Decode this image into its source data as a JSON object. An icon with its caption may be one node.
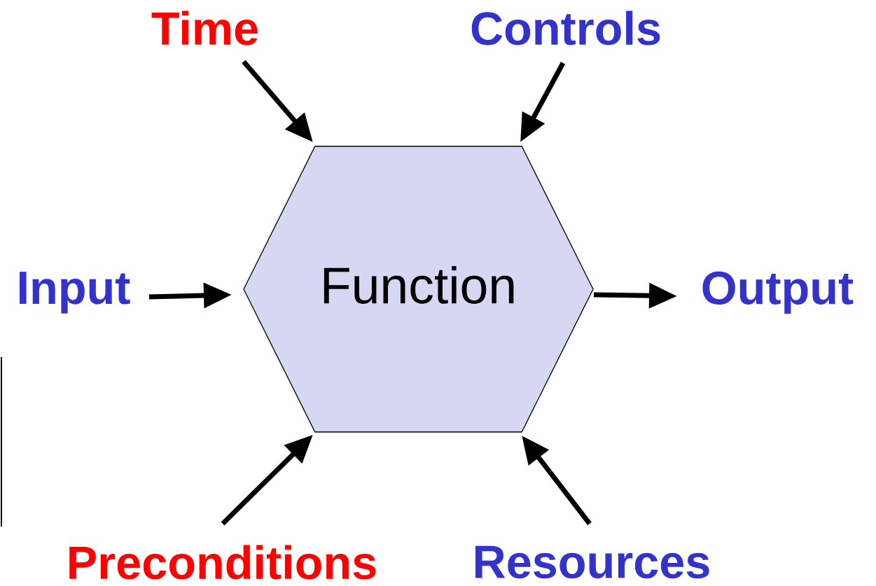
{
  "diagram": {
    "nodes": [
      {
        "text": [
          "Time"
        ]
      },
      {
        "text": [
          "Controls"
        ]
      },
      {
        "text": [
          "Input"
        ]
      },
      {
        "text": [
          "Function"
        ]
      },
      {
        "text": [
          "Output"
        ]
      },
      {
        "text": [
          "Preconditions"
        ]
      },
      {
        "text": [
          "Resources"
        ]
      }
    ],
    "edges": [
      {
        "from": 0,
        "to": 3,
        "arrow": "to"
      },
      {
        "from": 1,
        "to": 3,
        "arrow": "to"
      },
      {
        "from": 2,
        "to": 3,
        "arrow": "to"
      },
      {
        "from": 3,
        "to": 4,
        "arrow": "to"
      },
      {
        "from": 5,
        "to": 3,
        "arrow": "to"
      },
      {
        "from": 6,
        "to": 3,
        "arrow": "to"
      }
    ]
  }
}
